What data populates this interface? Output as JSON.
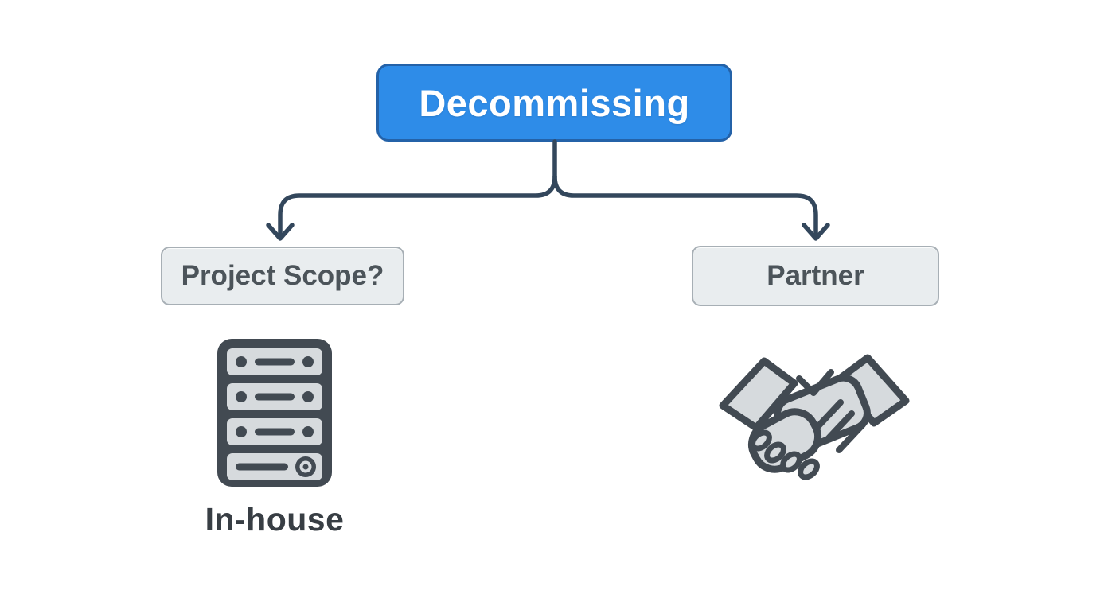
{
  "root_node": {
    "label": "Decommissing"
  },
  "left_branch": {
    "label": "Project Scope?",
    "leaf": {
      "icon": "server-rack-icon",
      "label": "In-house"
    }
  },
  "right_branch": {
    "label": "Partner",
    "leaf": {
      "icon": "handshake-icon"
    }
  },
  "colors": {
    "accent_blue": "#2E8CE8",
    "accent_blue_border": "#2462A8",
    "node_fill": "#E9EDEF",
    "node_border": "#A7AFB5",
    "node_text": "#4C545A",
    "connector": "#33475C",
    "icon_dark": "#424A52",
    "icon_light": "#D6DADD",
    "title_text": "#FFFFFF",
    "leaf_text": "#383E44",
    "background": "#FFFFFF"
  }
}
